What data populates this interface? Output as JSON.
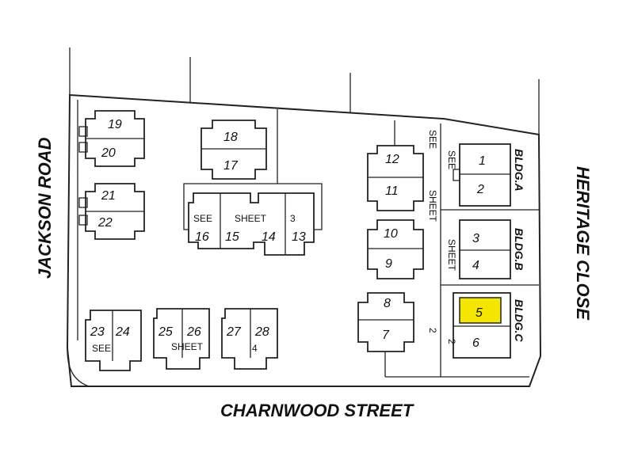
{
  "streets": {
    "west": "JACKSON ROAD",
    "south": "CHARNWOOD STREET",
    "east": "HERITAGE CLOSE"
  },
  "buildings": {
    "a": "BLDG.A",
    "b": "BLDG.B",
    "c": "BLDG.C"
  },
  "notes": {
    "see_sheet_3": [
      "SEE",
      "SHEET",
      "3"
    ],
    "see_sheet_4": [
      "SEE",
      "SHEET",
      "4"
    ],
    "see_sheet_2": [
      "SEE",
      "SHEET",
      "2"
    ],
    "see_sheet_bldg_b": "SHEET"
  },
  "highlight_color": "#f5e600",
  "highlighted_unit": "5",
  "units": {
    "u1": "1",
    "u2": "2",
    "u3": "3",
    "u4": "4",
    "u5": "5",
    "u6": "6",
    "u7": "7",
    "u8": "8",
    "u9": "9",
    "u10": "10",
    "u11": "11",
    "u12": "12",
    "u13": "13",
    "u14": "14",
    "u15": "15",
    "u16": "16",
    "u17": "17",
    "u18": "18",
    "u19": "19",
    "u20": "20",
    "u21": "21",
    "u22": "22",
    "u23": "23",
    "u24": "24",
    "u25": "25",
    "u26": "26",
    "u27": "27",
    "u28": "28"
  },
  "misc_labels": {
    "two_a": "2",
    "two_b": "2"
  }
}
